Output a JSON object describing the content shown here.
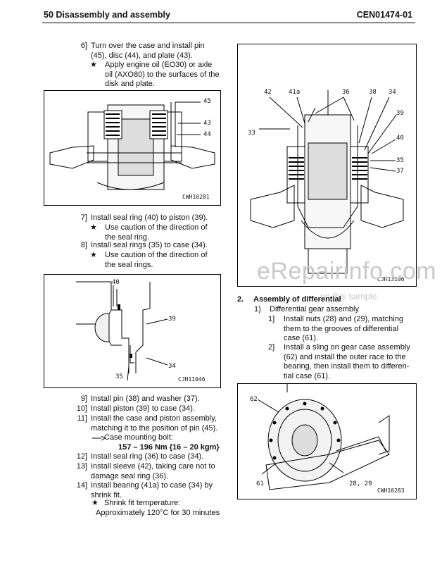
{
  "header": {
    "section": "50 Disassembly and assembly",
    "doc_code": "CEN01474-01"
  },
  "left_steps_a": [
    {
      "num": "6]",
      "lines": [
        "Turn over the case and install pin",
        "(45), disc (44), and plate (43)."
      ]
    },
    {
      "num": "★",
      "lines": [
        "Apply engine oil (EO30) or axle",
        "oil (AXO80) to the surfaces of the",
        "disk and plate."
      ]
    }
  ],
  "fig1": {
    "code": "CWH10281",
    "callouts": [
      "45",
      "43",
      "44"
    ]
  },
  "left_steps_b": [
    {
      "num": "7]",
      "text": "Install seal ring (40) to piston (39)."
    },
    {
      "num": "★",
      "lines": [
        "Use caution of the direction of",
        "the seal ring."
      ]
    },
    {
      "num": "8]",
      "text": "Install seal rings (35) to case (34)."
    },
    {
      "num": "★",
      "lines": [
        "Use caution of the direction of",
        "the seal rings."
      ]
    }
  ],
  "fig2": {
    "code": "CJH11046",
    "callouts": [
      "40",
      "39",
      "34",
      "35"
    ]
  },
  "left_steps_c": [
    {
      "num": "9]",
      "lines": [
        "Install pin (38) and washer (37)."
      ]
    },
    {
      "num": "10]",
      "lines": [
        "Install piston (39) to case (34)."
      ]
    },
    {
      "num": "11]",
      "lines": [
        "Install the case and piston assembly,",
        "matching it to the position of pin (45)."
      ]
    }
  ],
  "torque": {
    "label": "Case mounting bolt:",
    "value": "157 – 196 Nm {16 – 20 kgm}"
  },
  "left_steps_d": [
    {
      "num": "12]",
      "lines": [
        "Install seal ring (36) to case (34)."
      ]
    },
    {
      "num": "13]",
      "lines": [
        "Install sleeve (42), taking care not to",
        "damage seal ring (36)."
      ]
    },
    {
      "num": "14]",
      "lines": [
        "Install bearing (41a) to case (34) by",
        "shrink fit."
      ]
    }
  ],
  "shrink": {
    "label": "Shrink fit temperature:",
    "value": "Approximately 120°C for 30 minutes"
  },
  "fig3": {
    "code": "CJH13106",
    "callouts": [
      "42",
      "41a",
      "36",
      "38",
      "34",
      "39",
      "33",
      "40",
      "35",
      "37"
    ]
  },
  "watermark": {
    "main": "eRepairinfo.com",
    "sub": "on this sample"
  },
  "right": {
    "heading_num": "2.",
    "heading": "Assembly of differential",
    "sub_num": "1)",
    "sub": "Differential gear assembly",
    "steps": [
      {
        "num": "1]",
        "lines": [
          "Install nuts (28) and (29), matching",
          "them to the grooves of differential",
          "case (61)."
        ]
      },
      {
        "num": "2]",
        "lines": [
          "Install a sling on gear case assembly",
          "(62) and install the outer race to the",
          "bearing, then install them to differen-",
          "tial case (61)."
        ]
      }
    ]
  },
  "fig4": {
    "code": "CWH10283",
    "callouts": [
      "62",
      "61",
      "28, 29"
    ]
  }
}
